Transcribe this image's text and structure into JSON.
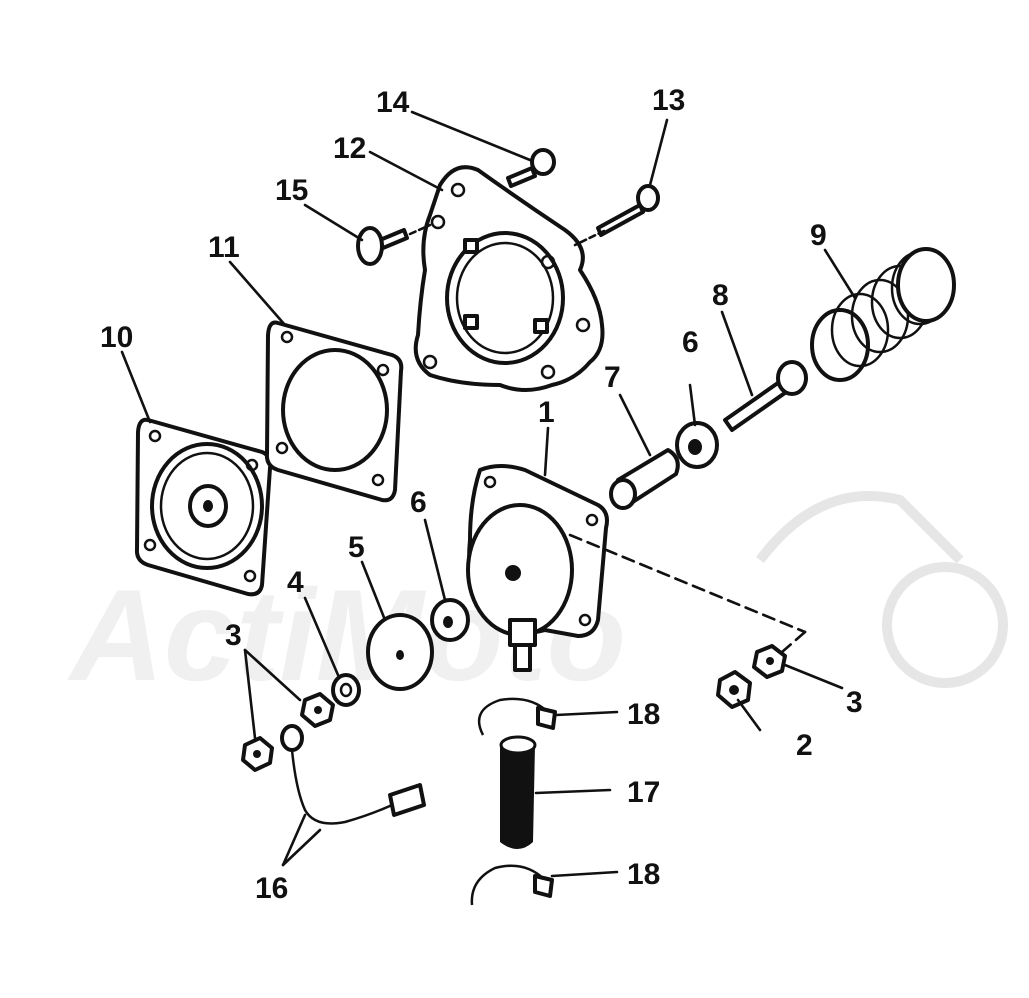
{
  "watermark": {
    "text": "ActiMoto"
  },
  "callouts": [
    {
      "id": "c1",
      "label": "1"
    },
    {
      "id": "c2",
      "label": "2"
    },
    {
      "id": "c3a",
      "label": "3"
    },
    {
      "id": "c3b",
      "label": "3"
    },
    {
      "id": "c4",
      "label": "4"
    },
    {
      "id": "c5",
      "label": "5"
    },
    {
      "id": "c6a",
      "label": "6"
    },
    {
      "id": "c6b",
      "label": "6"
    },
    {
      "id": "c7",
      "label": "7"
    },
    {
      "id": "c8",
      "label": "8"
    },
    {
      "id": "c9",
      "label": "9"
    },
    {
      "id": "c10",
      "label": "10"
    },
    {
      "id": "c11",
      "label": "11"
    },
    {
      "id": "c12",
      "label": "12"
    },
    {
      "id": "c13",
      "label": "13"
    },
    {
      "id": "c14",
      "label": "14"
    },
    {
      "id": "c15",
      "label": "15"
    },
    {
      "id": "c16",
      "label": "16"
    },
    {
      "id": "c17",
      "label": "17"
    },
    {
      "id": "c18a",
      "label": "18"
    },
    {
      "id": "c18b",
      "label": "18"
    }
  ]
}
